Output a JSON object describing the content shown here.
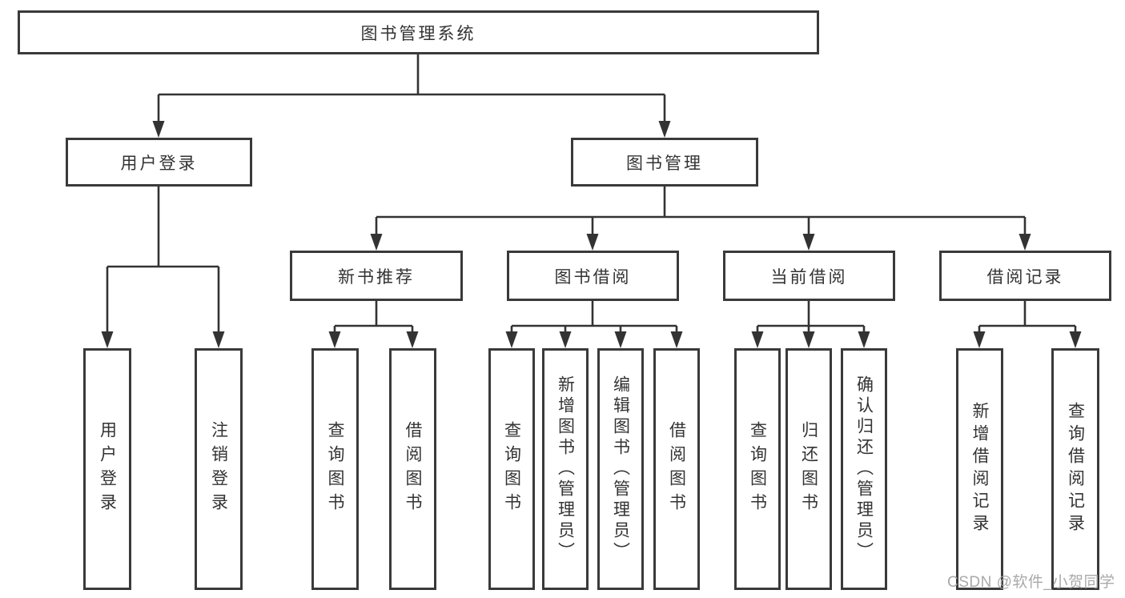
{
  "colors": {
    "background": "#ffffff",
    "box_border": "#3a3a3a",
    "connector_line": "#333333",
    "text": "#333333",
    "watermark": "#a0a0a0"
  },
  "watermark": {
    "text": "CSDN @软件_小贺同学"
  },
  "nodes": {
    "root": {
      "label": "图书管理系统"
    },
    "user_login": {
      "label": "用户登录"
    },
    "book_management": {
      "label": "图书管理"
    },
    "new_book_recommend": {
      "label": "新书推荐"
    },
    "book_borrowing": {
      "label": "图书借阅"
    },
    "current_borrowing": {
      "label": "当前借阅"
    },
    "borrowing_records": {
      "label": "借阅记录"
    },
    "leaves": {
      "user_login": {
        "label": "用户登录"
      },
      "logout": {
        "label": "注销登录"
      },
      "nbr_query_books": {
        "label": "查询图书"
      },
      "nbr_borrow_books": {
        "label": "借阅图书"
      },
      "bb_query_books": {
        "label": "查询图书"
      },
      "bb_add_books": {
        "label": "新增图书（管理员）"
      },
      "bb_edit_books": {
        "label": "编辑图书（管理员）"
      },
      "bb_borrow_books": {
        "label": "借阅图书"
      },
      "cb_query_books": {
        "label": "查询图书"
      },
      "cb_return_books": {
        "label": "归还图书"
      },
      "cb_confirm_return": {
        "label": "确认归还（管理员）"
      },
      "br_add_record": {
        "label": "新增借阅记录"
      },
      "br_query_record": {
        "label": "查询借阅记录"
      }
    }
  }
}
